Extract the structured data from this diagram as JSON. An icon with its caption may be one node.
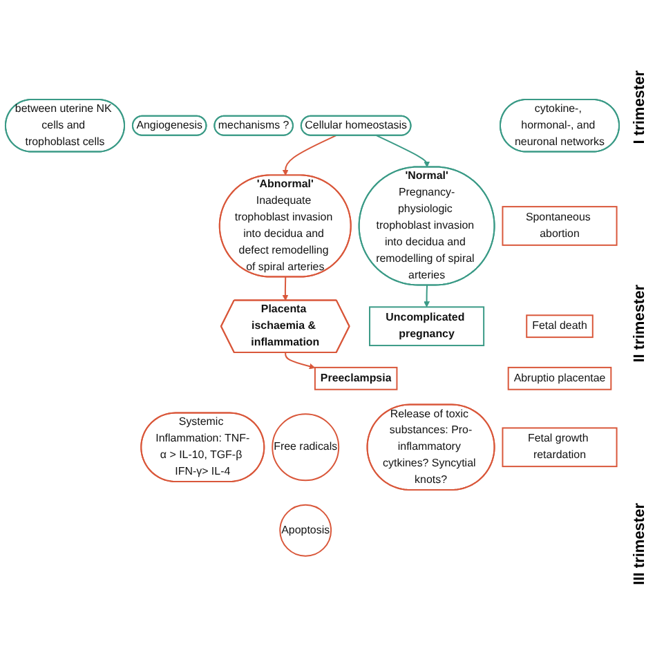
{
  "diagram": {
    "nodes": [
      {
        "text": [
          "between uterine NK cells and trophoblast cells"
        ]
      },
      {
        "text": [
          "Angiogenesis"
        ]
      },
      {
        "text": [
          "mechanisms ?"
        ]
      },
      {
        "text": [
          "Cellular homeostasis"
        ]
      },
      {
        "text": [
          "cytokine-, hormonal-, and neuronal networks"
        ]
      },
      {
        "text": [
          "'Normal'",
          "Pregnancy-physiologic trophoblast invasion into decidua and remodelling of spiral arteries"
        ]
      },
      {
        "text": [
          "'Abnormal'",
          "Inadequate trophoblast invasion into decidua and defect remodelling of spiral arteries"
        ]
      },
      {
        "text": [
          "Spontaneous abortion"
        ]
      },
      {
        "text": [
          "Uncomplicated pregnancy"
        ]
      },
      {
        "text": [
          "Placenta ischaemia & inflammation"
        ]
      },
      {
        "text": [
          "Fetal death"
        ]
      },
      {
        "text": [
          "Preeclampsia"
        ]
      },
      {
        "text": [
          "Abruptio placentae"
        ]
      },
      {
        "text": [
          "Systemic Inflammation: TNF-α > IL-10, TGF-β IFN-γ> IL-4"
        ]
      },
      {
        "text": [
          "Free radicals"
        ]
      },
      {
        "text": [
          "Apoptosis"
        ]
      },
      {
        "text": [
          "Release of toxic substances: Pro-inflammatory cytkines? Syncytial knots?"
        ]
      },
      {
        "text": [
          "Fetal growth retardation"
        ]
      }
    ],
    "edges": [
      {
        "from": 3,
        "to": 5,
        "arrow": "to",
        "color": "#3a9a86"
      },
      {
        "from": 3,
        "to": 6,
        "arrow": "to",
        "color": "#d9573a"
      },
      {
        "from": 5,
        "to": 8,
        "arrow": "to",
        "color": "#3a9a86"
      },
      {
        "from": 6,
        "to": 9,
        "arrow": "to",
        "color": "#d9573a"
      },
      {
        "from": 9,
        "to": 11,
        "arrow": "to",
        "color": "#d9573a"
      }
    ],
    "labels": [
      "I trimester",
      "II trimester",
      "III trimester"
    ]
  }
}
